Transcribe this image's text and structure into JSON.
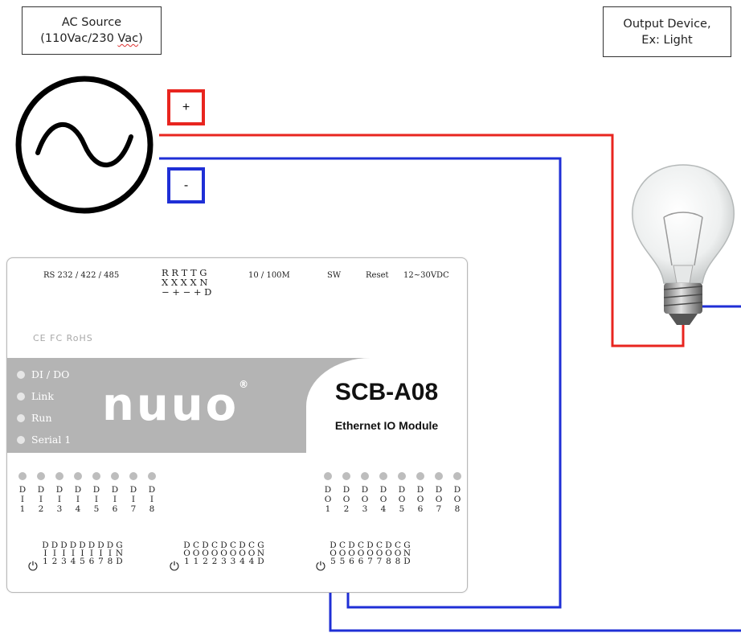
{
  "ac_source": {
    "line1": "AC Source",
    "line2_a": "(110Vac/230 ",
    "line2_b": "Vac",
    "line2_c": ")"
  },
  "output_device": {
    "line1": "Output Device,",
    "line2": "Ex: Light"
  },
  "polarity": {
    "plus": "+",
    "minus": "-"
  },
  "colors": {
    "positive_wire": "#e8251f",
    "negative_wire": "#1f2fd6",
    "plus_box": "#e8251f",
    "minus_box": "#1f2fd6"
  },
  "module": {
    "header": {
      "rs": "RS 232 / 422 / 485",
      "pins_row1": "R R T T G",
      "pins_row2": "X X X X N",
      "pins_row3": "− + − + D",
      "lan": "10 / 100M",
      "sw": "SW",
      "reset": "Reset",
      "power": "12~30VDC"
    },
    "certifications": "CE FC RoHS",
    "leds": [
      "DI / DO",
      "Link",
      "Run",
      "Serial 1"
    ],
    "logo": "nuuo",
    "logo_mark": "®",
    "model": "SCB-A08",
    "subtitle": "Ethernet IO Module",
    "di_labels": [
      [
        "D",
        "I",
        "1"
      ],
      [
        "D",
        "I",
        "2"
      ],
      [
        "D",
        "I",
        "3"
      ],
      [
        "D",
        "I",
        "4"
      ],
      [
        "D",
        "I",
        "5"
      ],
      [
        "D",
        "I",
        "6"
      ],
      [
        "D",
        "I",
        "7"
      ],
      [
        "D",
        "I",
        "8"
      ]
    ],
    "do_labels": [
      [
        "D",
        "O",
        "1"
      ],
      [
        "D",
        "O",
        "2"
      ],
      [
        "D",
        "O",
        "3"
      ],
      [
        "D",
        "O",
        "4"
      ],
      [
        "D",
        "O",
        "5"
      ],
      [
        "D",
        "O",
        "6"
      ],
      [
        "D",
        "O",
        "7"
      ],
      [
        "D",
        "O",
        "8"
      ]
    ],
    "terminal_block_1": [
      [
        "D",
        "I",
        "1"
      ],
      [
        "D",
        "I",
        "2"
      ],
      [
        "D",
        "I",
        "3"
      ],
      [
        "D",
        "I",
        "4"
      ],
      [
        "D",
        "I",
        "5"
      ],
      [
        "D",
        "I",
        "6"
      ],
      [
        "D",
        "I",
        "7"
      ],
      [
        "D",
        "I",
        "8"
      ],
      [
        "G",
        "N",
        "D"
      ]
    ],
    "terminal_block_2": [
      [
        "D",
        "O",
        "1"
      ],
      [
        "C",
        "O",
        "1"
      ],
      [
        "D",
        "O",
        "2"
      ],
      [
        "C",
        "O",
        "2"
      ],
      [
        "D",
        "O",
        "3"
      ],
      [
        "C",
        "O",
        "3"
      ],
      [
        "D",
        "O",
        "4"
      ],
      [
        "C",
        "O",
        "4"
      ],
      [
        "G",
        "N",
        "D"
      ]
    ],
    "terminal_block_3": [
      [
        "D",
        "O",
        "5"
      ],
      [
        "C",
        "O",
        "5"
      ],
      [
        "D",
        "O",
        "6"
      ],
      [
        "C",
        "O",
        "6"
      ],
      [
        "D",
        "O",
        "7"
      ],
      [
        "C",
        "O",
        "7"
      ],
      [
        "D",
        "O",
        "8"
      ],
      [
        "C",
        "O",
        "8"
      ],
      [
        "G",
        "N",
        "D"
      ]
    ],
    "power_symbol": "⏻"
  }
}
